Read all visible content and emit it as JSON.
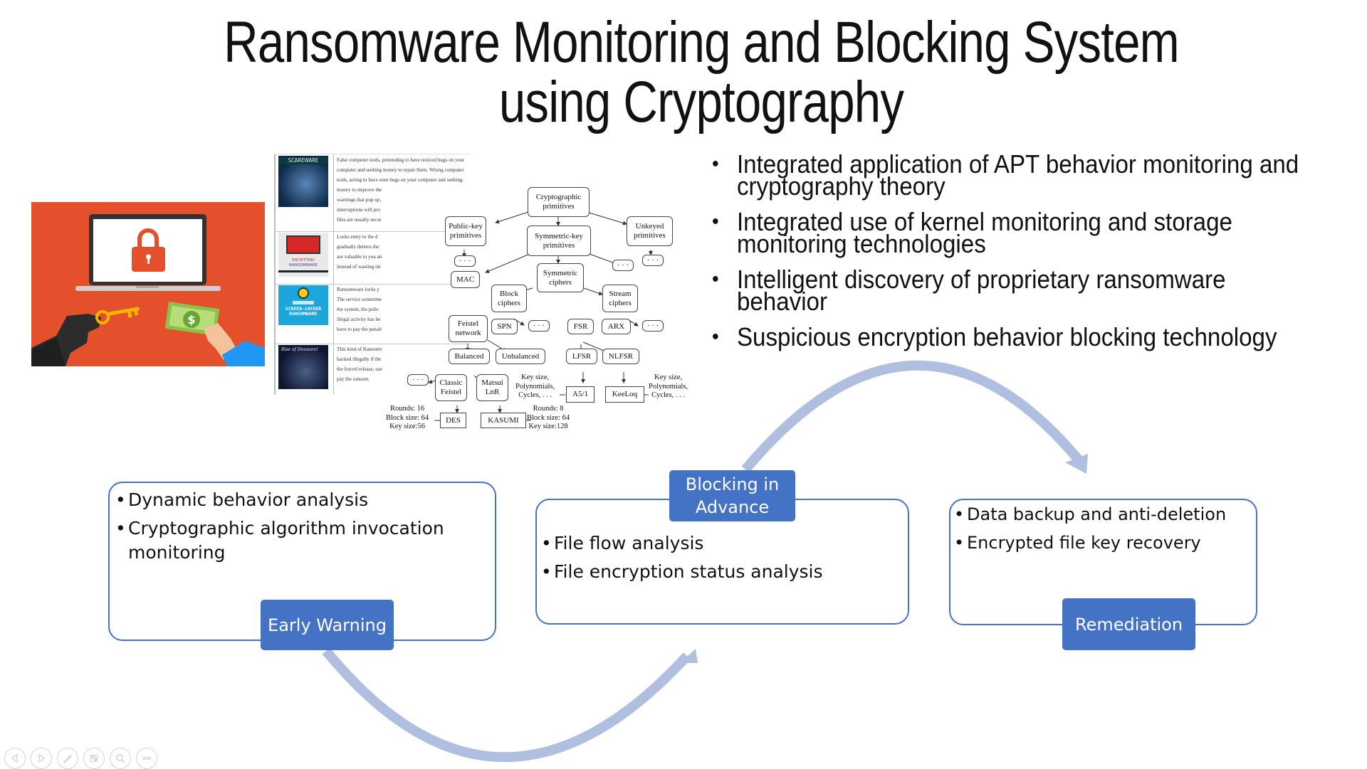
{
  "slide": {
    "title_line1": "Ransomware Monitoring and Blocking System",
    "title_line2": "using Cryptography"
  },
  "illustration": {
    "description": "Ransomware illustration: laptop with padlock, hand holding key, hand holding dollar bill",
    "bg_color": "#e4502b",
    "bill_symbol": "$"
  },
  "ransomware_table": {
    "rows": [
      {
        "image_label": "SCAREWARE",
        "lines": [
          "False computer tools, pretending to have noticed bugs on your",
          "computer and seeking money to repair them. Wrong computer",
          "tools, acting to have seen bugs on your computer and seeking",
          "money to improve the",
          "warnings that pop up,",
          "interruptions will pro",
          "files are usually secur"
        ]
      },
      {
        "image_label": "ENCRYPTING RANSOMWARE",
        "image_label_top": "ENCRYPTING",
        "image_label_bottom": "RANSOMWARE",
        "lines": [
          "Locks entry to the d",
          "gradually deletes the",
          "are valuable to you an",
          "instead of wasting tin"
        ]
      },
      {
        "image_label": "SCREEN-LOCKER RANSOMWARE",
        "image_label_top": "SCREEN-LOCKER",
        "image_label_bottom": "RANSOMWARE",
        "lines": [
          "Ransomware locks y",
          "The service sometime",
          "the system, the polic",
          "illegal activity has be",
          "have to pay the penalt"
        ]
      },
      {
        "image_label": "Rise of Doxware!",
        "lines": [
          "This kind of Ransomv",
          "hacked illegally if the",
          "the forced release, use",
          "pay the ransom."
        ]
      }
    ]
  },
  "crypto_tree": {
    "nodes": {
      "root": "Cryptographic primitives",
      "public_key": "Public-key primitives",
      "symmetric_key": "Symmetric-key primitives",
      "unkeyed": "Unkeyed primitives",
      "ellipsis": "· · ·",
      "mac": "MAC",
      "symmetric_ciphers": "Symmetric ciphers",
      "block_ciphers": "Block ciphers",
      "stream_ciphers": "Stream ciphers",
      "feistel_network": "Feistel network",
      "spn": "SPN",
      "fsr": "FSR",
      "arx": "ARX",
      "balanced": "Balanced",
      "unbalanced": "Unbalanced",
      "lfsr": "LFSR",
      "nlfsr": "NLFSR",
      "classic_feistel": "Classic Feistel",
      "matsui_lnr": "Matsui LnR",
      "a51": "A5/1",
      "keeloq": "KeeLoq",
      "des": "DES",
      "kasumi": "KASUMI"
    },
    "notes": {
      "des": [
        "Rounds: 16",
        "Block size: 64",
        "Key size:56"
      ],
      "kasumi": [
        "Rounds: 8",
        "Block size: 64",
        "Key size:128"
      ],
      "a51": [
        "Key size,",
        "Polynomials,",
        "Cycles, . . ."
      ],
      "keeloq": [
        "Key size,",
        "Polynomials,",
        "Cycles, . . ."
      ]
    }
  },
  "features": [
    "Integrated application of APT behavior monitoring and cryptography theory",
    "Integrated use of kernel monitoring and storage monitoring technologies",
    "Intelligent discovery of proprietary ransomware behavior",
    "Suspicious encryption behavior blocking technology"
  ],
  "stages": [
    {
      "label": "Early Warning",
      "items": [
        "Dynamic behavior analysis",
        "Cryptographic algorithm invocation monitoring"
      ]
    },
    {
      "label": "Blocking in Advance",
      "items": [
        "File flow analysis",
        "File encryption status analysis"
      ]
    },
    {
      "label": "Remediation",
      "items": [
        "Data backup and anti-deletion",
        "Encrypted file key recovery"
      ]
    }
  ],
  "colors": {
    "accent": "#4472c4",
    "arrow": "#b0bfe0",
    "control_outline": "#d4d4d4"
  },
  "slideshow_controls": [
    {
      "name": "previous-slide",
      "icon": "triangle-left-icon"
    },
    {
      "name": "next-slide",
      "icon": "triangle-right-icon"
    },
    {
      "name": "pen",
      "icon": "pen-icon"
    },
    {
      "name": "slide-sorter",
      "icon": "grid-icon"
    },
    {
      "name": "zoom",
      "icon": "magnifier-icon"
    },
    {
      "name": "more-options",
      "icon": "ellipsis-icon"
    }
  ]
}
